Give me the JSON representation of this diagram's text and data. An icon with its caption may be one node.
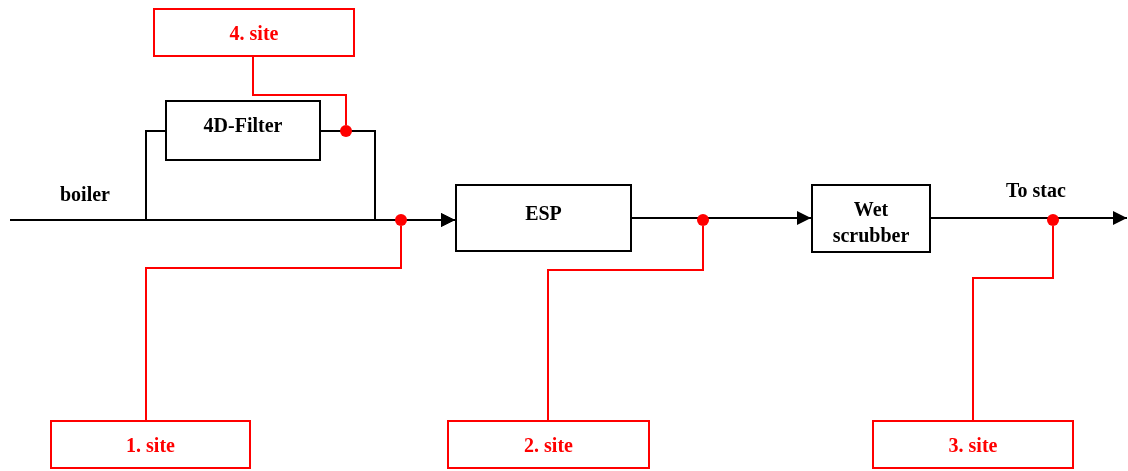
{
  "diagram": {
    "nodes": [
      {
        "text": [
          "4. site"
        ]
      },
      {
        "text": [
          "4D-Filter"
        ]
      },
      {
        "text": [
          "ESP"
        ]
      },
      {
        "text": [
          "Wet scrubber"
        ]
      },
      {
        "text": [
          "1. site"
        ]
      },
      {
        "text": [
          "2. site"
        ]
      },
      {
        "text": [
          "3. site"
        ]
      },
      {
        "text": [],
        "shape": "circle"
      },
      {
        "text": [],
        "shape": "circle"
      },
      {
        "text": [],
        "shape": "circle"
      },
      {
        "text": [],
        "shape": "circle"
      }
    ],
    "edges": [
      {
        "from": null,
        "to": 2,
        "arrow": "to"
      },
      {
        "from": null,
        "to": 1,
        "arrow": "none"
      },
      {
        "from": 1,
        "to": 2,
        "arrow": "to"
      },
      {
        "from": 2,
        "to": 3,
        "arrow": "to"
      },
      {
        "from": 3,
        "to": null,
        "arrow": "to"
      },
      {
        "from": 0,
        "to": 7,
        "arrow": "none",
        "color": "#ff0000"
      },
      {
        "from": 4,
        "to": 8,
        "arrow": "none",
        "color": "#ff0000"
      },
      {
        "from": 5,
        "to": 9,
        "arrow": "none",
        "color": "#ff0000"
      },
      {
        "from": 6,
        "to": 10,
        "arrow": "none",
        "color": "#ff0000"
      }
    ],
    "labels": [
      "boiler",
      "To stac"
    ]
  }
}
